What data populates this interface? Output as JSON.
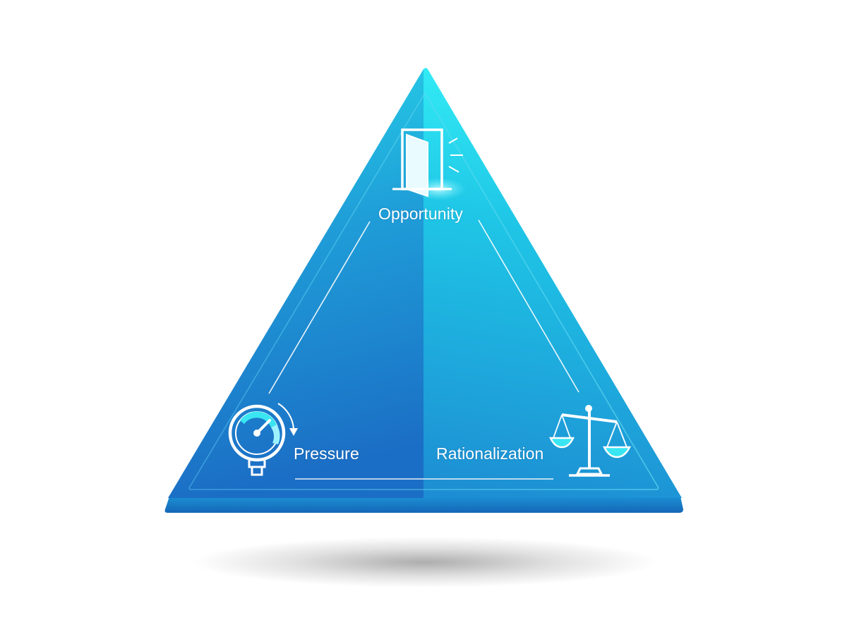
{
  "diagram": {
    "vertices": {
      "top": {
        "label": "Opportunity",
        "icon": "open-door-icon"
      },
      "bottom_left": {
        "label": "Pressure",
        "icon": "pressure-gauge-icon"
      },
      "bottom_right": {
        "label": "Rationalization",
        "icon": "balance-scale-icon"
      }
    },
    "colors": {
      "triangle_light": "#1fe0ee",
      "triangle_mid": "#1aa6d8",
      "triangle_dark": "#1a6fc4",
      "triangle_base": "#1577c7",
      "icon_stroke": "#ffffff",
      "icon_accent": "#39e6f2"
    }
  }
}
